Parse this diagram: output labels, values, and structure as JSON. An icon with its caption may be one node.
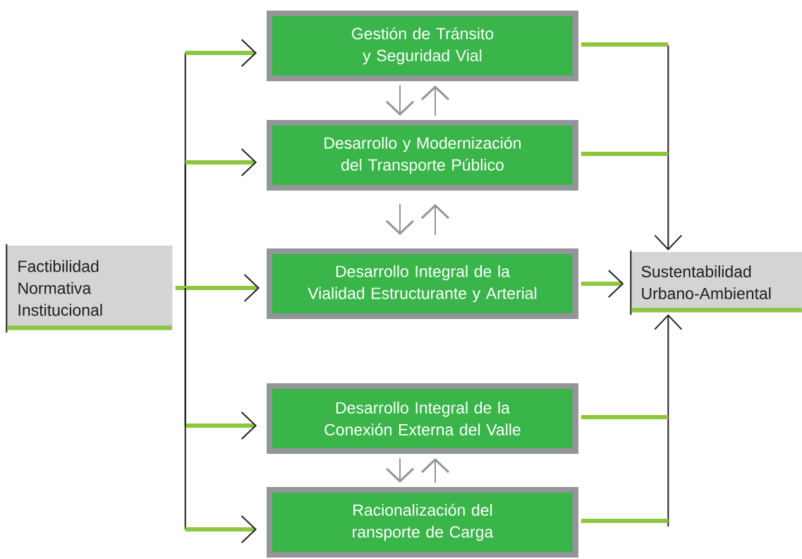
{
  "diagram": {
    "nodes": [
      {
        "text": [
          "Factibilidad Normativa Institucional"
        ]
      },
      {
        "text": [
          "Gestión de Tránsito y Seguridad Vial"
        ]
      },
      {
        "text": [
          "Desarrollo y Modernización del Transporte Público"
        ]
      },
      {
        "text": [
          "Desarrollo Integral de la Vialidad Estructurante y Arterial"
        ]
      },
      {
        "text": [
          "Desarrollo Integral de la Conexión Externa del Valle"
        ]
      },
      {
        "text": [
          "Racionalización del ransporte de Carga"
        ]
      },
      {
        "text": [
          "Sustentabilidad Urbano-Ambiental"
        ]
      }
    ],
    "edges": [
      {
        "from": 0,
        "to": 1,
        "arrow": "to",
        "color": "#231f20"
      },
      {
        "from": 0,
        "to": 2,
        "arrow": "to",
        "color": "#231f20"
      },
      {
        "from": 0,
        "to": 3,
        "arrow": "to",
        "style": "thick",
        "color": "#8dc63f"
      },
      {
        "from": 0,
        "to": 4,
        "arrow": "to",
        "color": "#231f20"
      },
      {
        "from": 0,
        "to": 5,
        "arrow": "to",
        "color": "#231f20"
      },
      {
        "from": 1,
        "to": 6,
        "arrow": "to",
        "color": "#231f20"
      },
      {
        "from": 2,
        "to": 6,
        "arrow": "to",
        "color": "#231f20"
      },
      {
        "from": 3,
        "to": 6,
        "arrow": "to",
        "style": "thick",
        "color": "#8dc63f"
      },
      {
        "from": 4,
        "to": 6,
        "arrow": "to",
        "color": "#231f20"
      },
      {
        "from": 5,
        "to": 6,
        "arrow": "to",
        "color": "#231f20"
      },
      {
        "from": 1,
        "to": 2,
        "arrow": "to",
        "color": "#939598"
      },
      {
        "from": 2,
        "to": 1,
        "arrow": "to",
        "color": "#939598"
      },
      {
        "from": 2,
        "to": 3,
        "arrow": "to",
        "color": "#939598"
      },
      {
        "from": 3,
        "to": 2,
        "arrow": "to",
        "color": "#939598"
      },
      {
        "from": 4,
        "to": 5,
        "arrow": "to",
        "color": "#939598"
      },
      {
        "from": 5,
        "to": 4,
        "arrow": "to",
        "color": "#939598"
      }
    ]
  }
}
